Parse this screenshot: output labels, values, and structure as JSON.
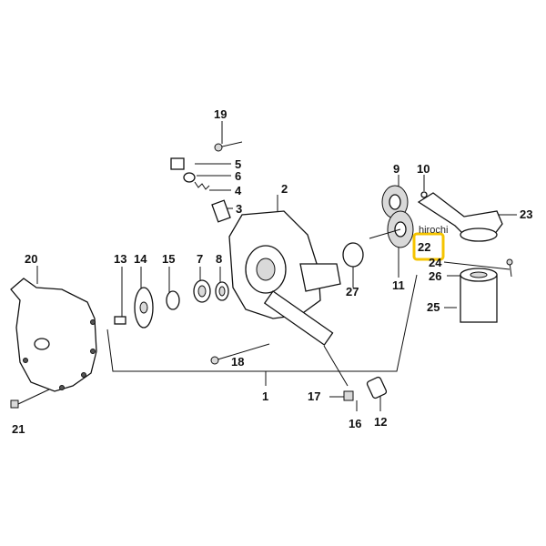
{
  "labels": {
    "l1": "1",
    "l2": "2",
    "l3": "3",
    "l4": "4",
    "l5": "5",
    "l6": "6",
    "l7": "7",
    "l8": "8",
    "l9": "9",
    "l10": "10",
    "l11": "11",
    "l12": "12",
    "l13": "13",
    "l14": "14",
    "l15": "15",
    "l16": "16",
    "l17": "17",
    "l18": "18",
    "l19": "19",
    "l20": "20",
    "l21": "21",
    "l22": "22",
    "l23": "23",
    "l24": "24",
    "l25": "25",
    "l26": "26",
    "l27": "27"
  },
  "watermark": "hirochi",
  "highlight_color": "#f5c400"
}
